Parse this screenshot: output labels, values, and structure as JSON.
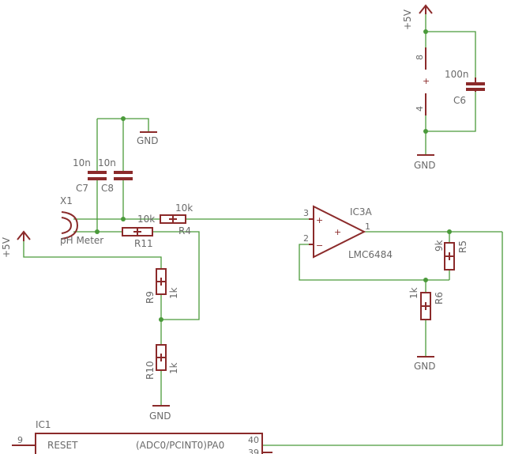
{
  "nets": {
    "vcc": "+5V",
    "gnd": "GND"
  },
  "parts": {
    "c6": {
      "name": "C6",
      "value": "100n"
    },
    "c7": {
      "name": "C7",
      "value": "10n"
    },
    "c8": {
      "name": "C8",
      "value": "10n"
    },
    "x1": {
      "name": "X1",
      "value": "pH Meter"
    },
    "r4": {
      "name": "R4",
      "value": "10k"
    },
    "r11": {
      "name": "R11",
      "value": "10k"
    },
    "r9": {
      "name": "R9",
      "value": "1k"
    },
    "r10": {
      "name": "R10",
      "value": "1k"
    },
    "r5": {
      "name": "R5",
      "value": "9k"
    },
    "r6": {
      "name": "R6",
      "value": "1k"
    },
    "ic3a": {
      "name": "IC3A",
      "value": "LMC6484",
      "pin_plus": "3",
      "pin_minus": "2",
      "pin_out": "1"
    },
    "ic3pwr": {
      "pin_top": "8",
      "pin_bottom": "4",
      "sign": "+"
    },
    "ic1": {
      "name": "IC1",
      "pin_reset_num": "9",
      "pin_reset": "RESET",
      "pin_pa0": "(ADC0/PCINT0)PA0",
      "pin_40": "40",
      "pin_39": "39"
    }
  },
  "colors": {
    "wire": "#4a9a3a",
    "part": "#8b2a2a",
    "text": "#6a6a6a"
  }
}
